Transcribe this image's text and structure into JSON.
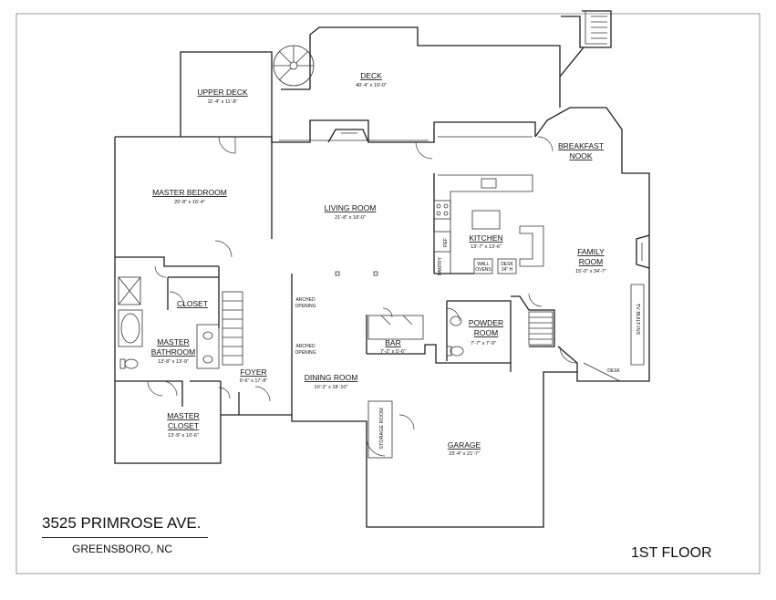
{
  "address": "3525 PRIMROSE AVE.",
  "city": "GREENSBORO, NC",
  "floor": "1ST FLOOR",
  "rooms": {
    "deck": {
      "name": "DECK",
      "dims": "40'-4\" x 19'-0\""
    },
    "upper_deck": {
      "name": "UPPER DECK",
      "dims": "11'-4\" x 11'-8\""
    },
    "breakfast_nook": {
      "line1": "BREAKFAST",
      "line2": "NOOK"
    },
    "master_bedroom": {
      "name": "MASTER BEDROOM",
      "dims": "20'-8\" x 16'-4\""
    },
    "living_room": {
      "name": "LIVING ROOM",
      "dims": "21'-8\" x 18'-0\""
    },
    "kitchen": {
      "name": "KITCHEN",
      "dims": "13'-7\" x 13'-6\""
    },
    "family_room": {
      "name": "FAMILY",
      "name2": "ROOM",
      "dims": "15'-0\" x 34'-7\""
    },
    "closet": {
      "name": "CLOSET"
    },
    "master_bathroom": {
      "line1": "MASTER",
      "line2": "BATHROOM",
      "dims": "13'-8\" x 13'-9\""
    },
    "foyer": {
      "name": "FOYER",
      "dims": "9'-6\" x 17'-8\""
    },
    "dining_room": {
      "name": "DINING ROOM",
      "dims": "10'-3\" x 18'-10\""
    },
    "bar": {
      "name": "BAR",
      "dims": "7'-2\" x 5'-6\""
    },
    "powder_room": {
      "line1": "POWDER",
      "line2": "ROOM",
      "dims": "7'-7\" x 7'-9\""
    },
    "master_closet": {
      "line1": "MASTER",
      "line2": "CLOSET",
      "dims": "13'-9\" x 10'-6\""
    },
    "garage": {
      "name": "GARAGE",
      "dims": "23'-4\" x 21'-7\""
    },
    "storage_room": {
      "name": "STORAGE ROOM"
    }
  },
  "labels": {
    "arched1_a": "ARCHED",
    "arched1_b": "OPENING",
    "arched2_a": "ARCHED",
    "arched2_b": "OPENING",
    "desk": "DESK",
    "tv_built_ins": "TV BUILT-INS",
    "wall_oven_a": "WALL",
    "wall_oven_b": "OVENS",
    "desk_small_a": "DESK",
    "desk_small_b": "24\" H",
    "pantry": "PANTRY",
    "ref": "REF"
  }
}
